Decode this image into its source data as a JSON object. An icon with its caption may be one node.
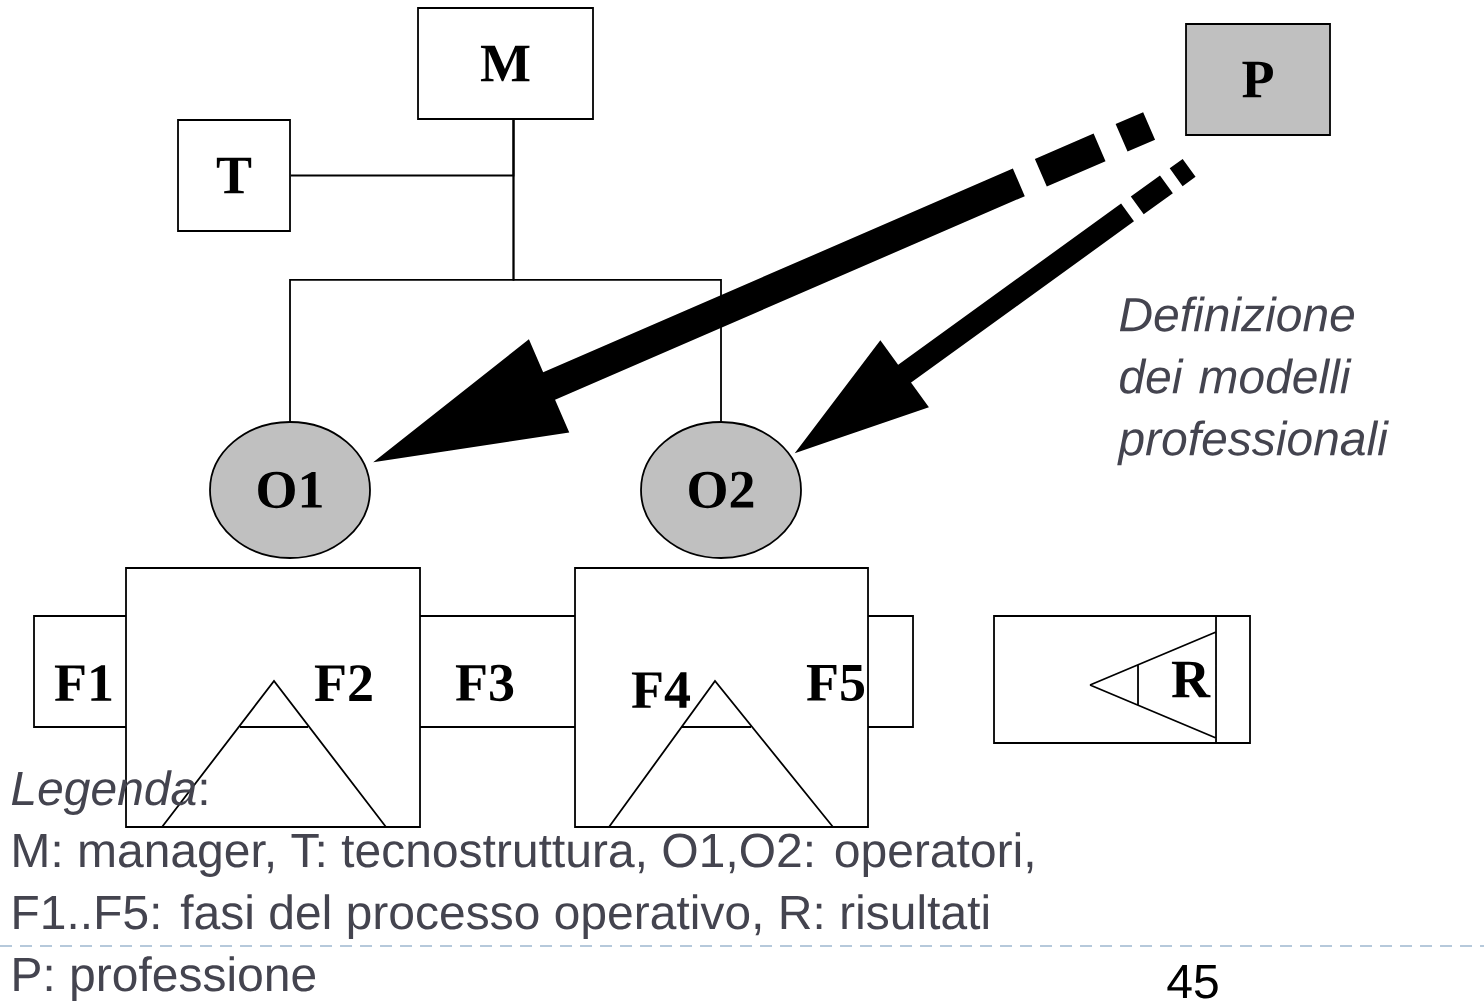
{
  "diagram": {
    "nodes": [
      {
        "text": [
          "M"
        ]
      },
      {
        "text": [
          "T"
        ]
      },
      {
        "text": [
          "P"
        ]
      },
      {
        "text": [
          "O1"
        ]
      },
      {
        "text": [
          "O2"
        ]
      },
      {
        "text": [
          "R"
        ]
      }
    ],
    "edges": [
      {
        "from": 1,
        "to": 0,
        "arrow": "none"
      },
      {
        "from": 0,
        "to": 3,
        "arrow": "none"
      },
      {
        "from": 0,
        "to": 4,
        "arrow": "none"
      },
      {
        "from": 2,
        "to": 3,
        "arrow": "to",
        "style": "dashed"
      },
      {
        "from": 2,
        "to": 4,
        "arrow": "to",
        "style": "dashed"
      }
    ],
    "labels": [
      "Definizione dei modelli professionali",
      "F1",
      "F2",
      "F3",
      "F4",
      "F5",
      "*Legenda*:",
      "M: manager, T: tecnostruttura, O1,O2: operatori,",
      "F1..F5: fasi del processo operativo, R: risultati",
      "P: professione",
      "45"
    ]
  }
}
